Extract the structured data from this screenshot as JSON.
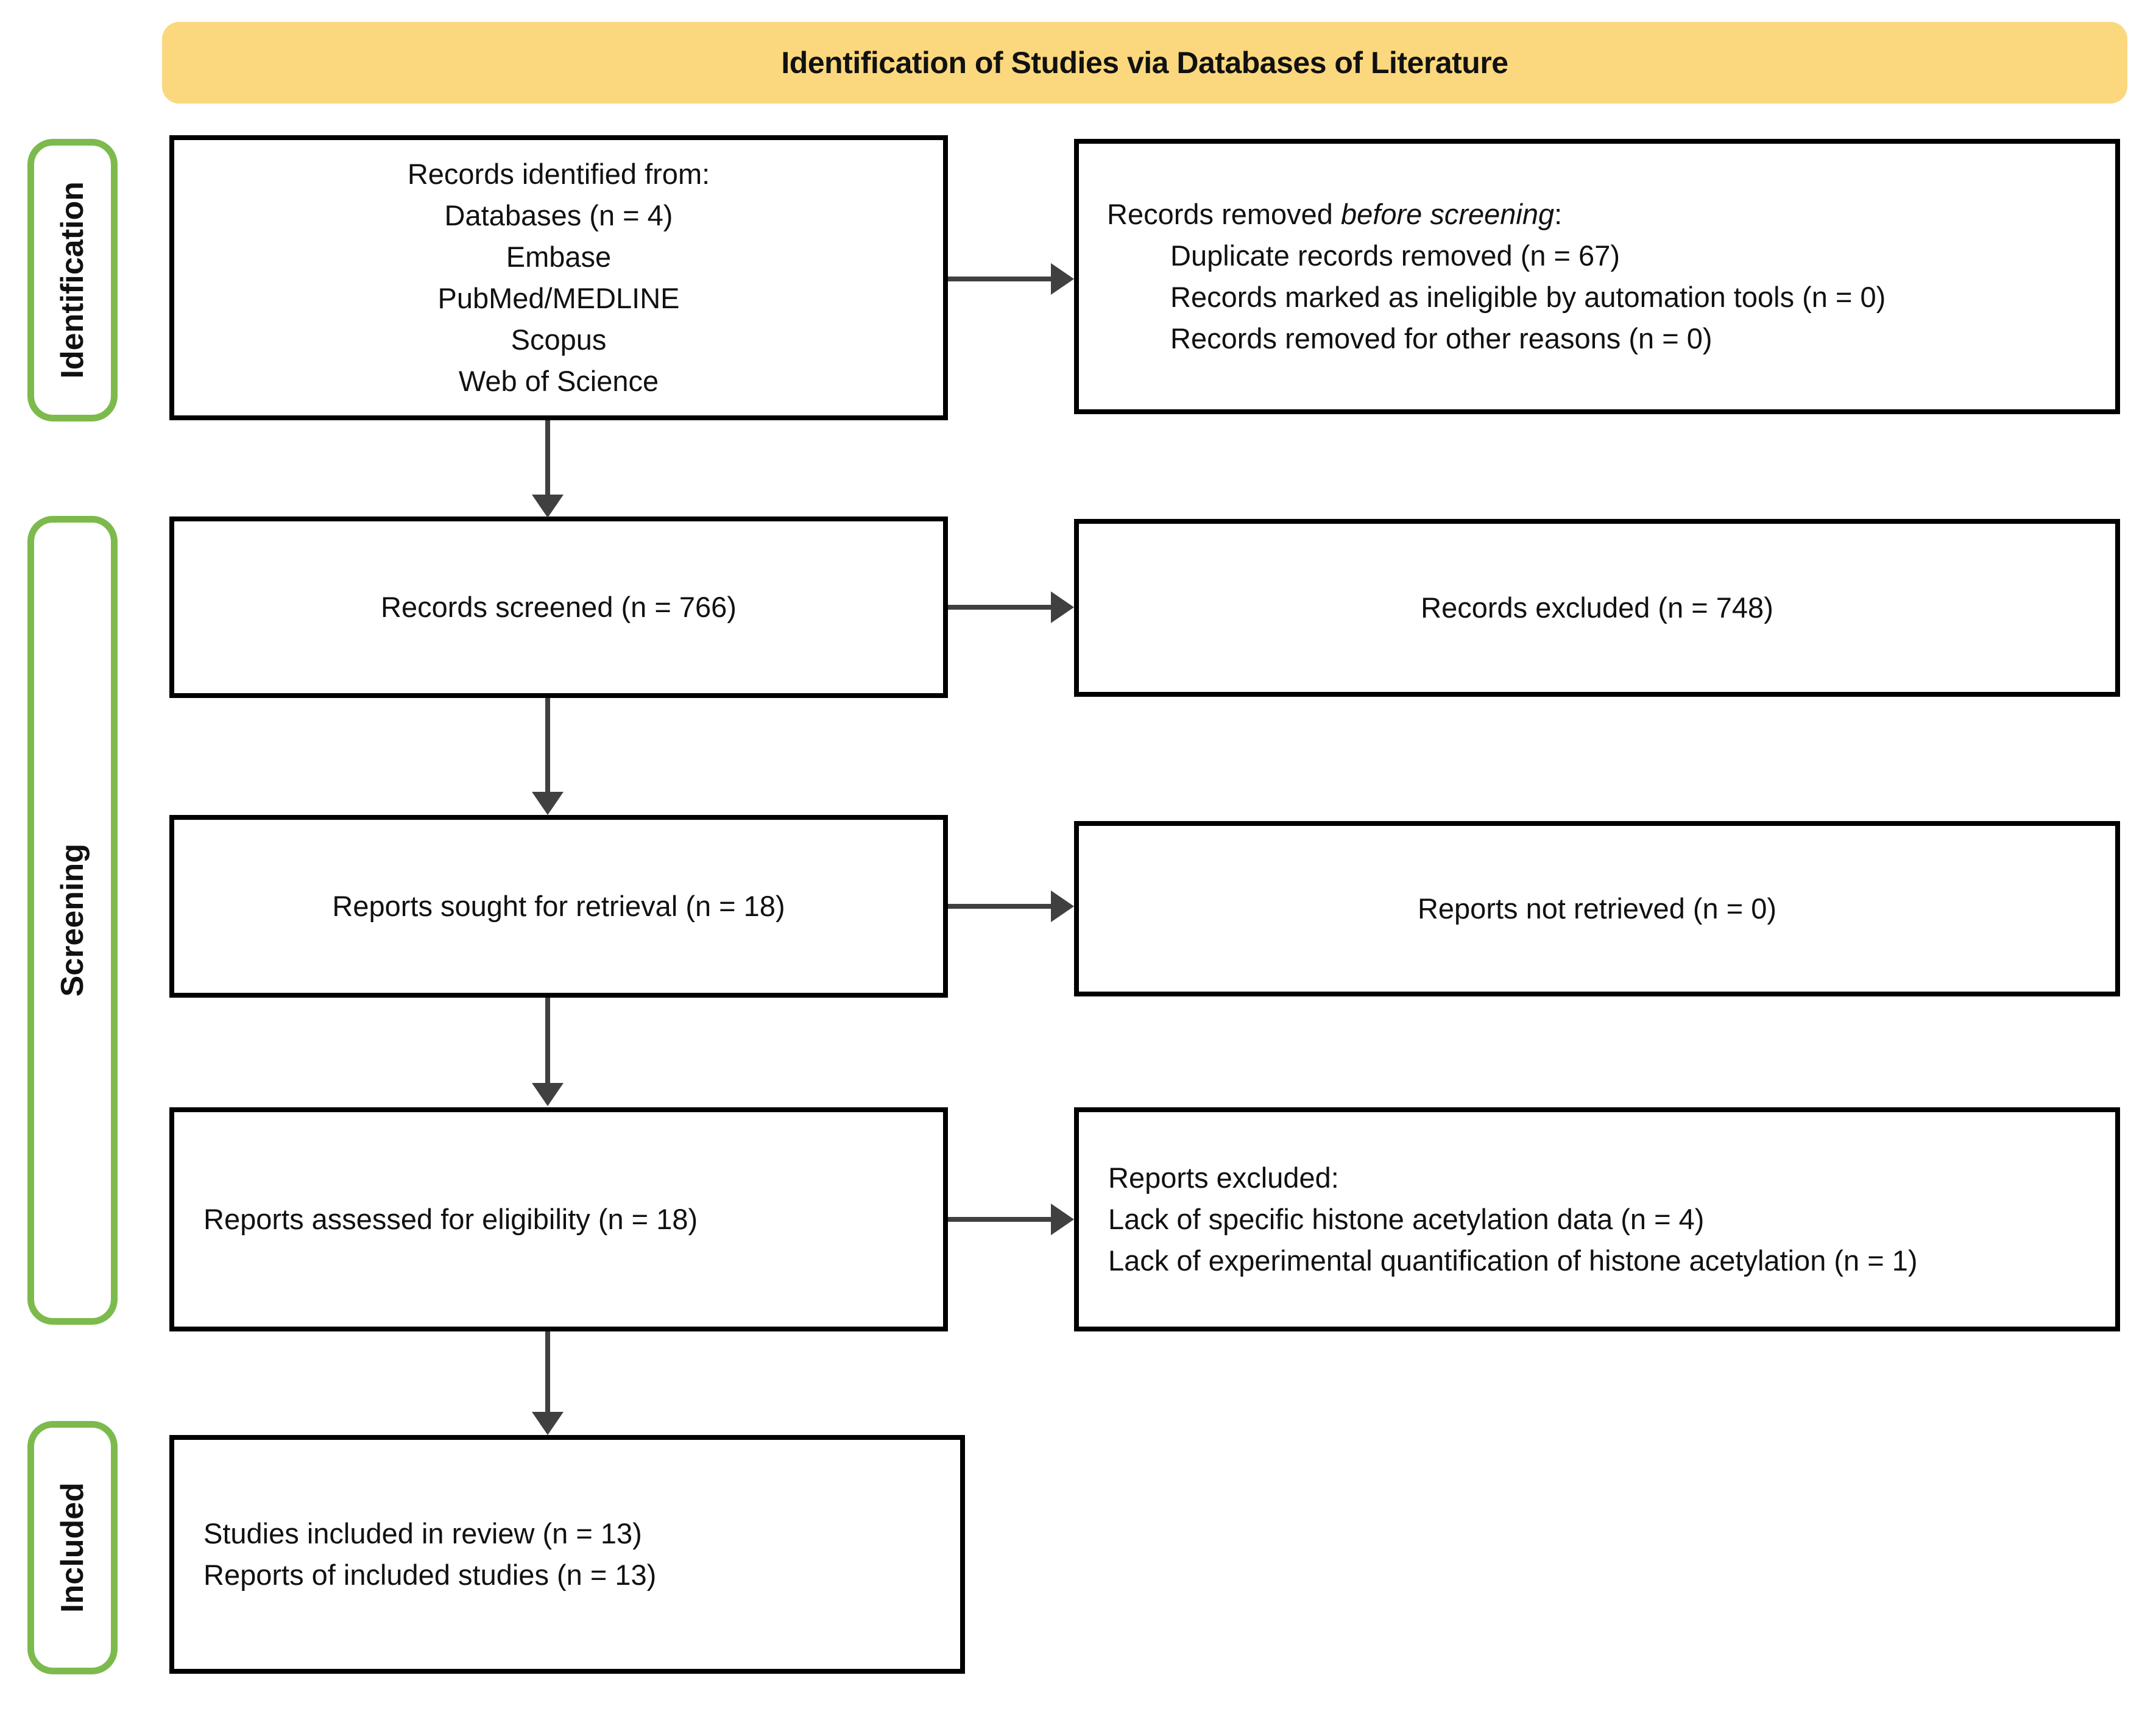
{
  "banner": {
    "title": "Identification of Studies via Databases of Literature"
  },
  "stages": {
    "identification": "Identification",
    "screening": "Screening",
    "included": "Included"
  },
  "boxes": {
    "identified": {
      "lines": [
        "Records identified from:",
        "Databases (n = 4)",
        "Embase",
        "PubMed/MEDLINE",
        "Scopus",
        "Web of Science"
      ]
    },
    "removed": {
      "intro_prefix": "Records removed ",
      "intro_italic": "before screening",
      "intro_suffix": ":",
      "items": [
        "Duplicate records removed (n = 67)",
        "Records marked as ineligible by automation tools (n = 0)",
        "Records removed for other reasons (n = 0)"
      ]
    },
    "screened": {
      "label": "Records screened (n = 766)"
    },
    "excluded": {
      "label": "Records excluded (n = 748)"
    },
    "sought": {
      "label": "Reports sought for retrieval (n = 18)"
    },
    "not_retrieved": {
      "label": "Reports not retrieved (n = 0)"
    },
    "assessed": {
      "label": "Reports assessed for eligibility (n = 18)"
    },
    "reports_excluded": {
      "title": "Reports excluded:",
      "items": [
        "Lack of specific histone acetylation data (n = 4)",
        "Lack of experimental quantification of histone acetylation (n = 1)"
      ]
    },
    "included": {
      "lines": [
        "Studies included in review (n = 13)",
        "Reports of included studies (n = 13)"
      ]
    }
  },
  "colors": {
    "banner_bg": "#fbd87e",
    "stage_border": "#7cba4d",
    "box_border": "#000000",
    "arrow": "#404040",
    "text": "#111111"
  }
}
